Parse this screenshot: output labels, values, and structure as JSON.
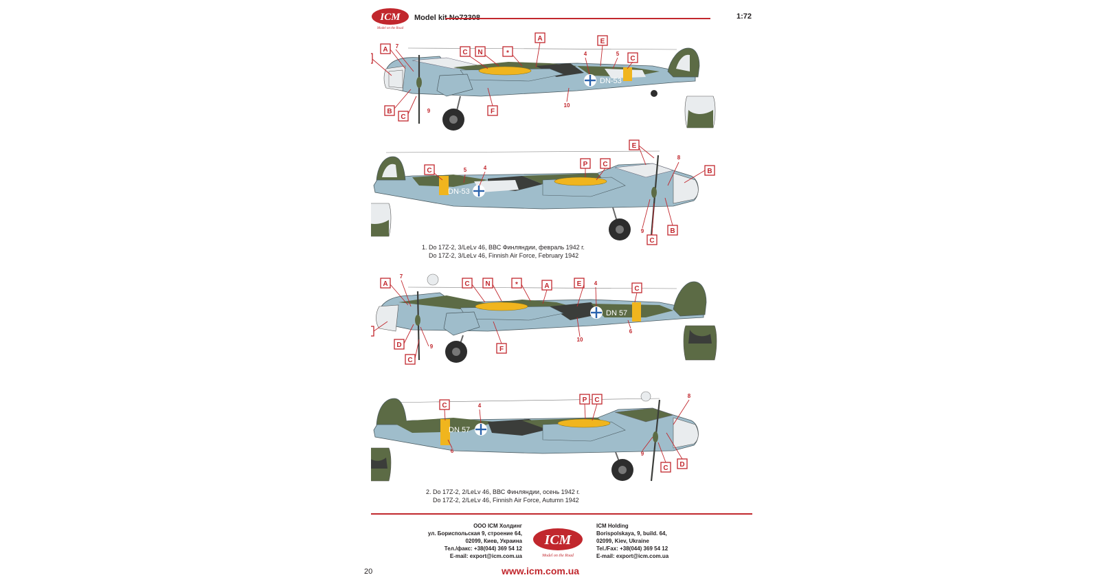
{
  "header": {
    "logo_text": "ICM",
    "logo_tagline": "Model on the Road",
    "kit_label": "Model kit No72308",
    "scale": "1:72"
  },
  "colors": {
    "accent_red": "#c1272d",
    "camo_green": "#5c6b45",
    "camo_black": "#3b3d3a",
    "underside_blue": "#9fbdcb",
    "yellow_band": "#f0b51e",
    "canopy": "#e9ecee"
  },
  "profiles": [
    {
      "callouts": [
        "A",
        "7",
        "B",
        "C",
        "N",
        "A",
        "E",
        "4",
        "5",
        "C",
        "B",
        "C",
        "9",
        "F",
        "10"
      ],
      "code": "DN-53",
      "asterisk": "*"
    },
    {
      "callouts": [
        "E",
        "8",
        "C",
        "5",
        "4",
        "P",
        "C",
        "B",
        "9",
        "B",
        "C"
      ],
      "code": "DN-53"
    },
    {
      "callouts": [
        "A",
        "7",
        "C",
        "N",
        "A",
        "E",
        "4",
        "C",
        "E",
        "D",
        "9",
        "C",
        "F",
        "10",
        "6"
      ],
      "code": "DN 57",
      "asterisk": "*"
    },
    {
      "callouts": [
        "C",
        "4",
        "P",
        "C",
        "8",
        "6",
        "9",
        "C",
        "D"
      ],
      "code": "DN 57"
    }
  ],
  "captions": [
    {
      "ru": "1. Do 17Z-2, 3/LeLv 46, ВВС Финляндии, февраль 1942 г.",
      "en": "Do 17Z-2, 3/LeLv 46, Finnish Air Force, February 1942"
    },
    {
      "ru": "2. Do 17Z-2, 2/LeLv 46, ВВС Финляндии, осень 1942 г.",
      "en": "Do 17Z-2, 2/LeLv 46, Finnish Air Force, Autumn 1942"
    }
  ],
  "footer": {
    "ru": [
      "ООО ICM Холдинг",
      "ул. Бориспольская 9, строение 64,",
      "02099, Киев, Украина",
      "Тел./факс: +38(044) 369 54 12",
      "E-mail: export@icm.com.ua"
    ],
    "en": [
      "ICM Holding",
      "Borispolskaya, 9, build. 64,",
      "02099, Kiev, Ukraine",
      "Tel./Fax: +38(044) 369 54 12",
      "E-mail: export@icm.com.ua"
    ],
    "page_number": "20",
    "website": "www.icm.com.ua"
  }
}
